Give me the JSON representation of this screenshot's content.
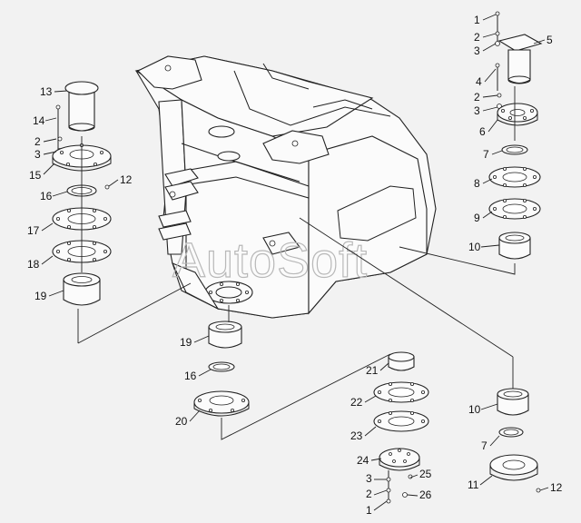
{
  "watermark": "AutoSoft",
  "callouts": {
    "left": [
      "13",
      "14",
      "2",
      "3",
      "15",
      "12",
      "16",
      "17",
      "18",
      "19"
    ],
    "center": [
      "19",
      "16",
      "20"
    ],
    "lower": [
      "21",
      "22",
      "23",
      "24",
      "25",
      "3",
      "2",
      "1",
      "26"
    ],
    "right_top": [
      "1",
      "2",
      "3",
      "5",
      "4",
      "2",
      "3",
      "6",
      "7",
      "8",
      "9",
      "10"
    ],
    "right_bottom": [
      "10",
      "7",
      "11",
      "12"
    ]
  }
}
